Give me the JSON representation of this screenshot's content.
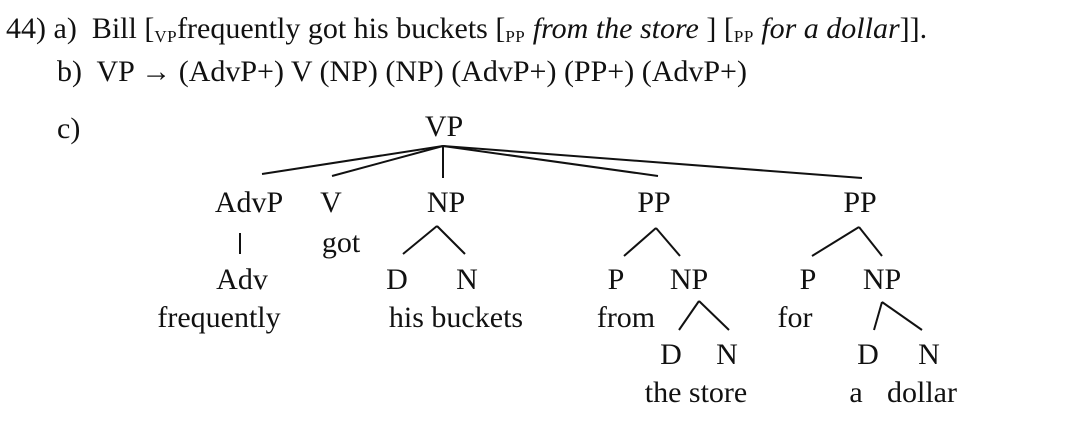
{
  "example": {
    "number": "44)",
    "a": {
      "letter": "a)",
      "subject": "Bill",
      "open_vp": "[",
      "vp_tag": "VP",
      "adverb_verb_object": "frequently got his buckets",
      "open_pp1": "[",
      "pp1_tag": "PP",
      "pp1_text": "from the store",
      "close_pp1": " ]",
      "open_pp2": "[",
      "pp2_tag": "PP",
      "pp2_text": "for a dollar",
      "close_all": "]]."
    },
    "b": {
      "letter": "b)",
      "rule": "VP → (AdvP+) V (NP) (NP) (AdvP+) (PP+) (AdvP+)"
    },
    "c": {
      "letter": "c)"
    }
  },
  "tree": {
    "root": "VP",
    "advp": "AdvP",
    "adv": "Adv",
    "adv_word": "frequently",
    "v": "V",
    "v_word": "got",
    "np1": "NP",
    "np1_d": "D",
    "np1_n": "N",
    "np1_words": "his buckets",
    "pp1": "PP",
    "pp1_p": "P",
    "pp1_p_word": "from",
    "pp1_np": "NP",
    "pp1_np_d": "D",
    "pp1_np_n": "N",
    "pp1_np_words": "the store",
    "pp2": "PP",
    "pp2_p": "P",
    "pp2_p_word": "for",
    "pp2_np": "NP",
    "pp2_np_d": "D",
    "pp2_np_n": "N",
    "pp2_np_d_word": "a",
    "pp2_np_n_word": "dollar"
  }
}
